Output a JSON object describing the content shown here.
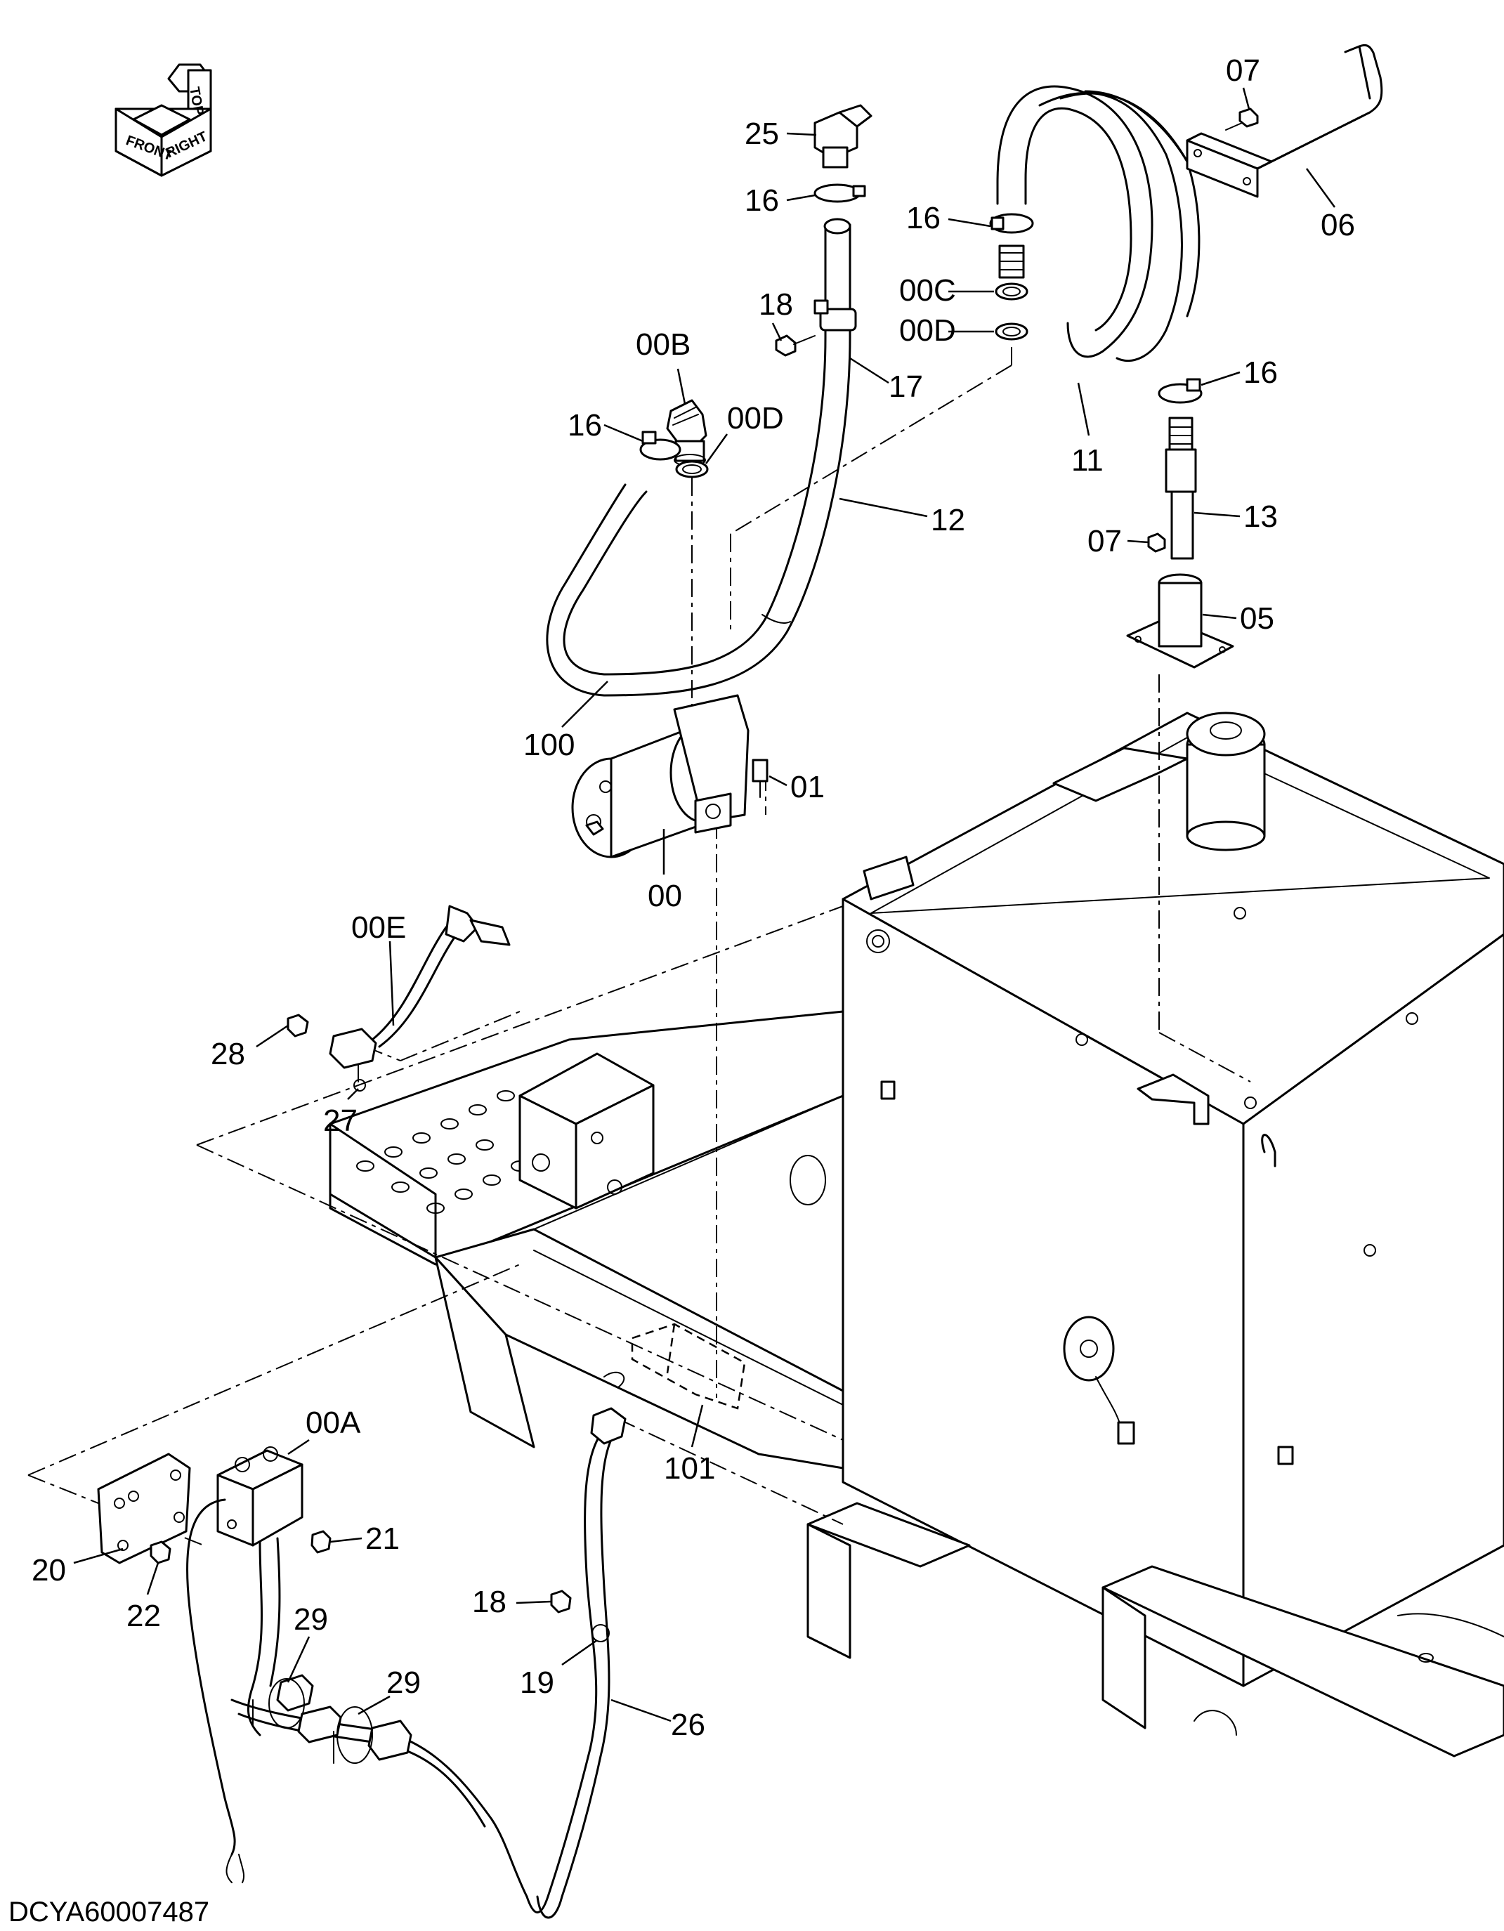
{
  "orientation": {
    "front": "FRONT",
    "top": "TOP",
    "right": "RIGHT"
  },
  "callouts": [
    {
      "id": "c-25",
      "text": "25"
    },
    {
      "id": "c-16a",
      "text": "16"
    },
    {
      "id": "c-18a",
      "text": "18"
    },
    {
      "id": "c-00B",
      "text": "00B"
    },
    {
      "id": "c-16b",
      "text": "16"
    },
    {
      "id": "c-00Da",
      "text": "00D"
    },
    {
      "id": "c-17",
      "text": "17"
    },
    {
      "id": "c-12",
      "text": "12"
    },
    {
      "id": "c-100",
      "text": "100"
    },
    {
      "id": "c-01",
      "text": "01"
    },
    {
      "id": "c-00",
      "text": "00"
    },
    {
      "id": "c-16c",
      "text": "16"
    },
    {
      "id": "c-00C",
      "text": "00C"
    },
    {
      "id": "c-00Db",
      "text": "00D"
    },
    {
      "id": "c-07a",
      "text": "07"
    },
    {
      "id": "c-06",
      "text": "06"
    },
    {
      "id": "c-16d",
      "text": "16"
    },
    {
      "id": "c-11",
      "text": "11"
    },
    {
      "id": "c-13",
      "text": "13"
    },
    {
      "id": "c-07b",
      "text": "07"
    },
    {
      "id": "c-05",
      "text": "05"
    },
    {
      "id": "c-00E",
      "text": "00E"
    },
    {
      "id": "c-28",
      "text": "28"
    },
    {
      "id": "c-27",
      "text": "27"
    },
    {
      "id": "c-00A",
      "text": "00A"
    },
    {
      "id": "c-20",
      "text": "20"
    },
    {
      "id": "c-21",
      "text": "21"
    },
    {
      "id": "c-22",
      "text": "22"
    },
    {
      "id": "c-29a",
      "text": "29"
    },
    {
      "id": "c-29b",
      "text": "29"
    },
    {
      "id": "c-18b",
      "text": "18"
    },
    {
      "id": "c-19",
      "text": "19"
    },
    {
      "id": "c-26",
      "text": "26"
    },
    {
      "id": "c-101",
      "text": "101"
    }
  ],
  "document_id": "DCYA60007487"
}
